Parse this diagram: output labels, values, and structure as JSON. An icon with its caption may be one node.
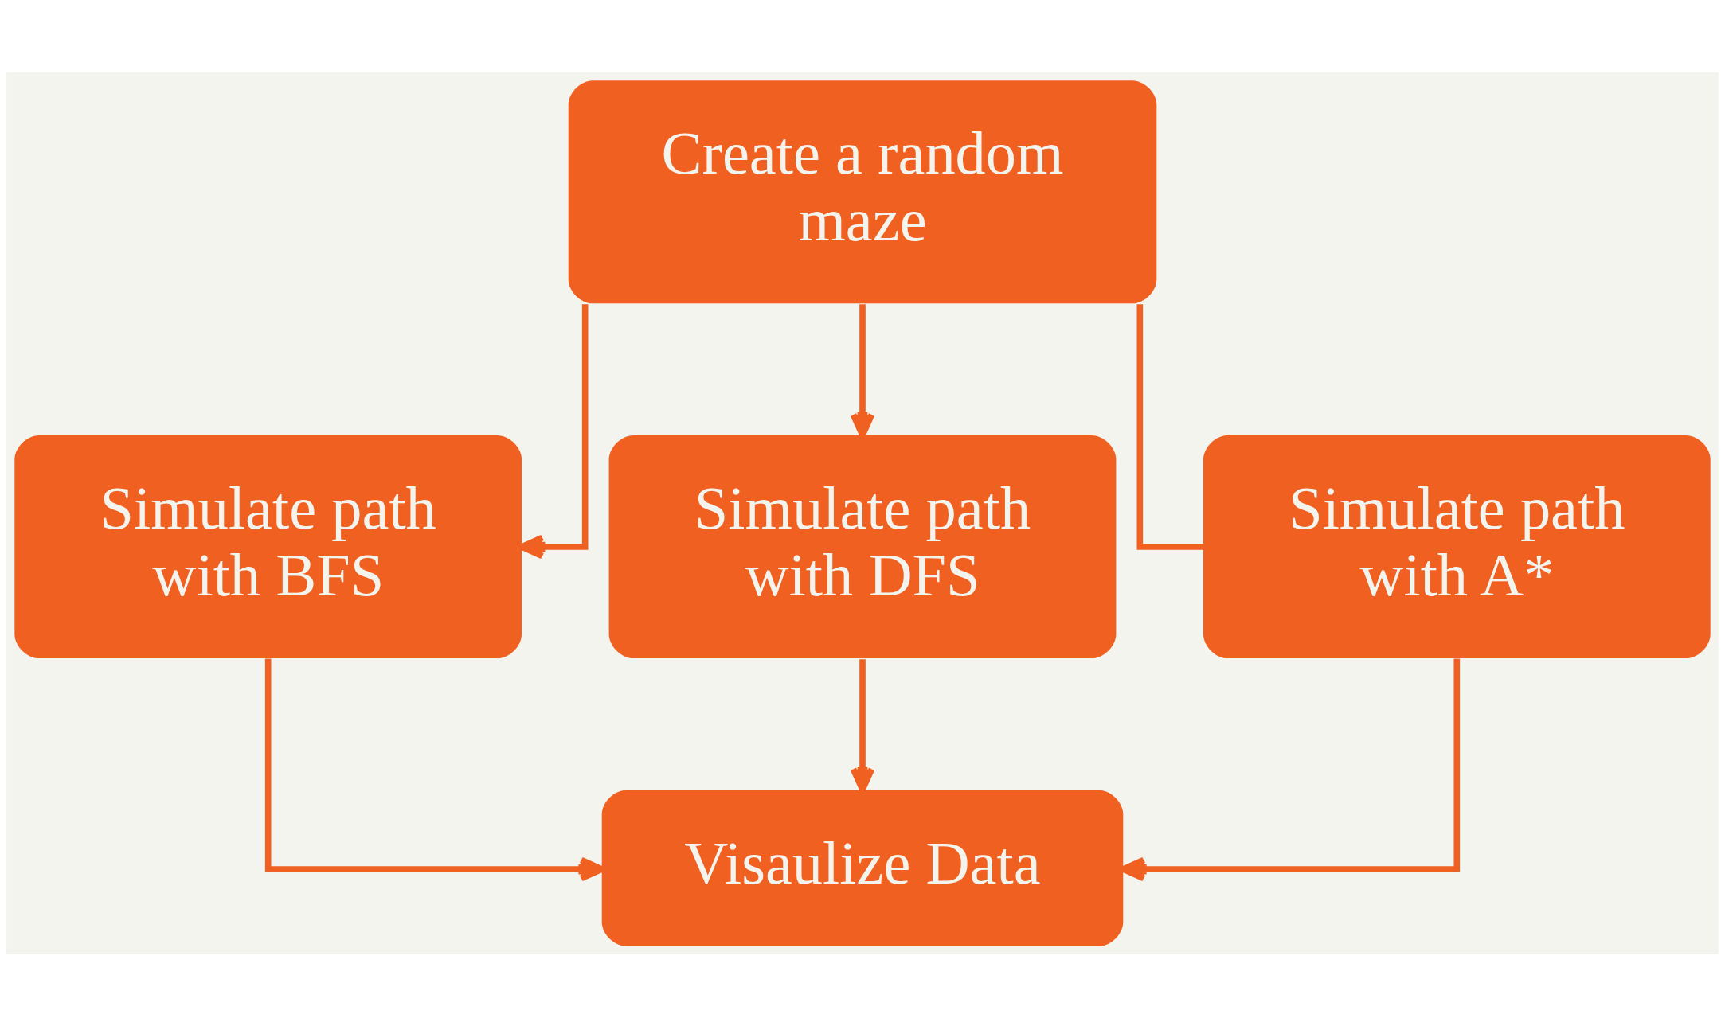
{
  "diagram": {
    "nodes": [
      {
        "text": [
          "Create a random maze"
        ]
      },
      {
        "text": [
          "Simulate path with BFS"
        ]
      },
      {
        "text": [
          "Simulate path with DFS"
        ]
      },
      {
        "text": [
          "Simulate path with A*"
        ]
      },
      {
        "text": [
          "Visaulize Data"
        ]
      }
    ],
    "edges": [
      {
        "from": 0,
        "to": 1,
        "arrow": "to"
      },
      {
        "from": 0,
        "to": 2,
        "arrow": "to"
      },
      {
        "from": 0,
        "to": 3,
        "arrow": "none"
      },
      {
        "from": 1,
        "to": 4,
        "arrow": "to"
      },
      {
        "from": 2,
        "to": 4,
        "arrow": "to"
      },
      {
        "from": 3,
        "to": 4,
        "arrow": "to"
      }
    ]
  }
}
